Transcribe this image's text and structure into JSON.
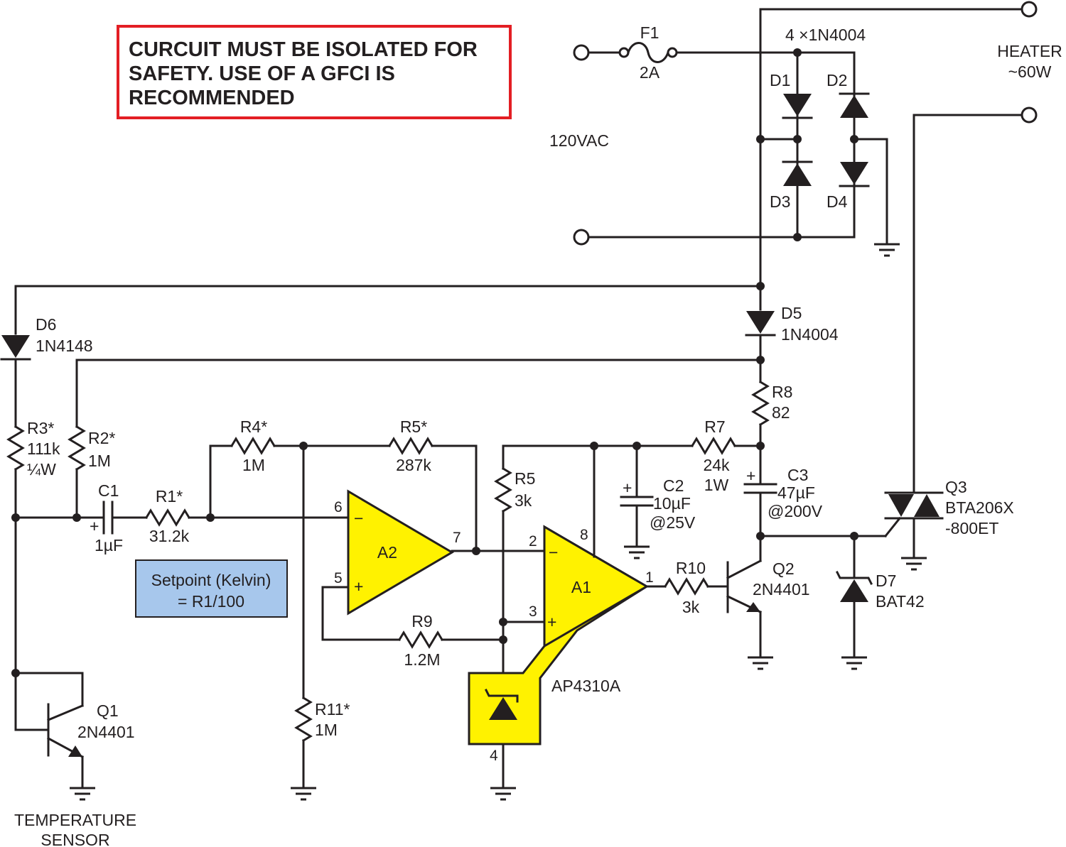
{
  "warning_text": [
    "CURCUIT MUST BE ISOLATED FOR",
    "SAFETY. USE OF A GFCI IS",
    "RECOMMENDED"
  ],
  "setpoint_note": [
    "Setpoint (Kelvin)",
    "= R1/100"
  ],
  "supply": {
    "label": "120VAC"
  },
  "heater": {
    "lines": [
      "HEATER",
      "~60W"
    ]
  },
  "bridge": {
    "label": "4 ×1N4004"
  },
  "components": {
    "F1": {
      "name": "F1",
      "value": "2A"
    },
    "D1": {
      "name": "D1"
    },
    "D2": {
      "name": "D2"
    },
    "D3": {
      "name": "D3"
    },
    "D4": {
      "name": "D4"
    },
    "D5": {
      "name": "D5",
      "value": "1N4004"
    },
    "D6": {
      "name": "D6",
      "value": "1N4148"
    },
    "D7": {
      "name": "D7",
      "value": "BAT42"
    },
    "R1": {
      "name": "R1*",
      "value": "31.2k"
    },
    "R2": {
      "name": "R2*",
      "value": "1M"
    },
    "R3": {
      "name": "R3*",
      "value": "111k",
      "value2": "¼W"
    },
    "R4": {
      "name": "R4*",
      "value": "1M"
    },
    "R5": {
      "name": "R5*",
      "value": "287k"
    },
    "R5b": {
      "name": "R5",
      "value": "3k"
    },
    "R7": {
      "name": "R7",
      "value": "24k",
      "value2": "1W"
    },
    "R8": {
      "name": "R8",
      "value": "82"
    },
    "R9": {
      "name": "R9",
      "value": "1.2M"
    },
    "R10": {
      "name": "R10",
      "value": "3k"
    },
    "R11": {
      "name": "R11*",
      "value": "1M"
    },
    "C1": {
      "name": "C1",
      "value": "1µF"
    },
    "C2": {
      "name": "C2",
      "value": "10µF",
      "value2": "@25V"
    },
    "C3": {
      "name": "C3",
      "value": "47µF",
      "value2": "@200V"
    },
    "Q1": {
      "name": "Q1",
      "value": "2N4401"
    },
    "Q2": {
      "name": "Q2",
      "value": "2N4401"
    },
    "Q3": {
      "name": "Q3",
      "value": "BTA206X",
      "value2": "-800ET"
    },
    "A1": {
      "name": "A1"
    },
    "A2": {
      "name": "A2"
    },
    "IC": {
      "name": "AP4310A"
    }
  },
  "sensor_label": [
    "TEMPERATURE",
    "SENSOR"
  ],
  "pins": {
    "p1": "1",
    "p2": "2",
    "p3": "3",
    "p4": "4",
    "p5": "5",
    "p6": "6",
    "p7": "7",
    "p8": "8"
  },
  "polarity": {
    "plus": "+",
    "minus": "−"
  },
  "colors": {
    "ink": "#231f20",
    "opamp_fill": "#fff200",
    "warning_border": "#e31e24",
    "note_fill": "#a7c7ec"
  }
}
